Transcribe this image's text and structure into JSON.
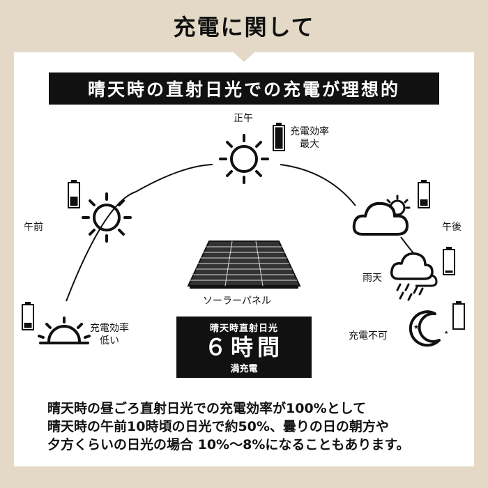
{
  "header": {
    "title": "充電に関して"
  },
  "banner": {
    "text": "晴天時の直射日光での充電が理想的"
  },
  "diagram": {
    "noon": {
      "label": "正午",
      "battery_note_line1": "充電効率",
      "battery_note_line2": "最大",
      "battery_level": 1.0
    },
    "morning": {
      "label": "午前",
      "battery_level": 0.35
    },
    "sunrise": {
      "note_line1": "充電効率",
      "note_line2": "低い",
      "battery_level": 0.2
    },
    "afternoon": {
      "label": "午後",
      "battery_level": 0.25
    },
    "rain": {
      "label": "雨天",
      "battery_level": 0.1
    },
    "night": {
      "label": "充電不可",
      "battery_level": 0.0
    },
    "panel": {
      "label": "ソーラーパネル"
    }
  },
  "result": {
    "top": "晴天時直射日光",
    "main": "６時間",
    "bottom": "満充電"
  },
  "note": {
    "line1": "晴天時の昼ごろ直射日光での充電効率が100%として",
    "line2": "晴天時の午前10時頃の日光で約50%、曇りの日の朝方や",
    "line3": "夕方くらいの日光の場合 10%〜8%になることもあります。"
  }
}
